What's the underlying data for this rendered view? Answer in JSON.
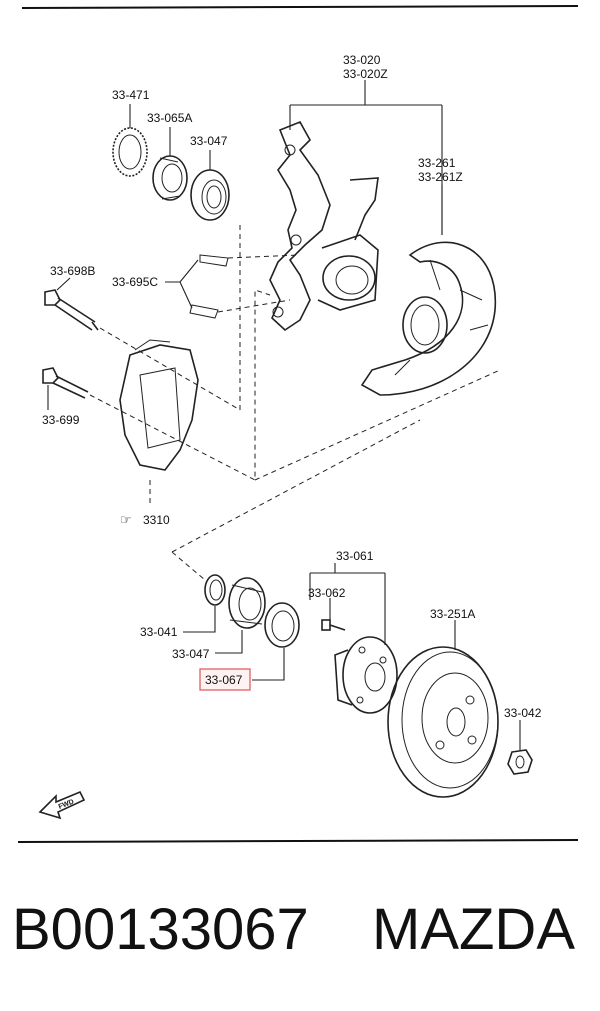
{
  "callouts": {
    "c33_020": "33-020",
    "c33_020z": "33-020Z",
    "c33_471": "33-471",
    "c33_065a": "33-065A",
    "c33_047_top": "33-047",
    "c33_261": "33-261",
    "c33_261z": "33-261Z",
    "c33_698b": "33-698B",
    "c33_695c": "33-695C",
    "c33_699": "33-699",
    "c3310": "3310",
    "c33_061": "33-061",
    "c33_062": "33-062",
    "c33_251a": "33-251A",
    "c33_041": "33-041",
    "c33_047_bottom": "33-047",
    "c33_067": "33-067",
    "c33_042": "33-042",
    "fwd": "FWD"
  },
  "highlight_color": "#e06060",
  "footer": {
    "part_number": "B00133067",
    "brand": "MAZDA"
  }
}
